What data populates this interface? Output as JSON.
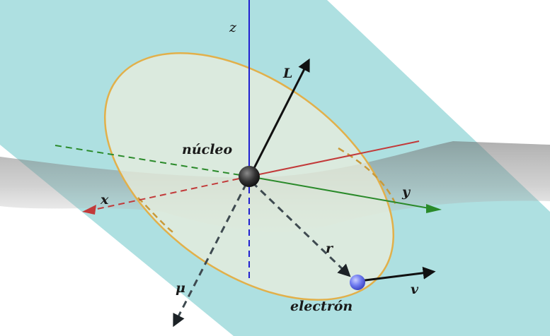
{
  "labels": {
    "z": "z",
    "x": "x",
    "y": "y",
    "L": "L",
    "nucleus": "núcleo",
    "r": "r",
    "mu": "μ",
    "v": "v",
    "electron": "electrón"
  },
  "colors": {
    "background": "#ffffff",
    "orbit_plane": "#6cc6c8",
    "gray_plane": "#8d8d8d",
    "orbit_ellipse": "#e2b04a",
    "orbit_fill": "#e9eedc",
    "z_axis": "#1f1fd0",
    "x_axis": "#c23a3a",
    "y_axis": "#2a8a2a",
    "vectors": "#111111",
    "dashed_vectors": "#3e4a50",
    "nucleus": "#3a3a3a",
    "electron": "#6f7bf0"
  }
}
